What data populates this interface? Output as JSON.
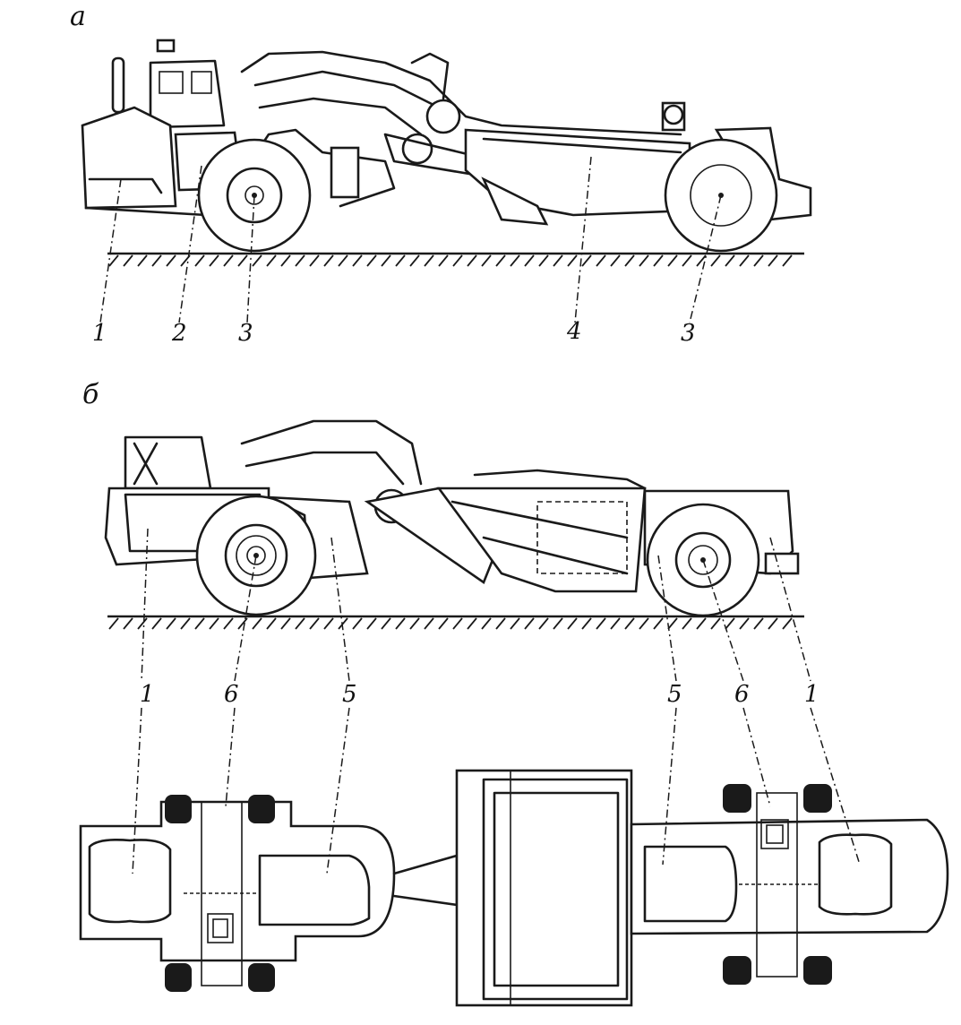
{
  "panels": {
    "a": {
      "label": "а"
    },
    "b": {
      "label": "б"
    }
  },
  "callouts_a": [
    "1",
    "2",
    "3",
    "4",
    "3"
  ],
  "callouts_b_side": [
    "1",
    "6",
    "5",
    "5",
    "6",
    "1"
  ],
  "colors": {
    "ink": "#1a1a1a",
    "paper": "#ffffff"
  }
}
